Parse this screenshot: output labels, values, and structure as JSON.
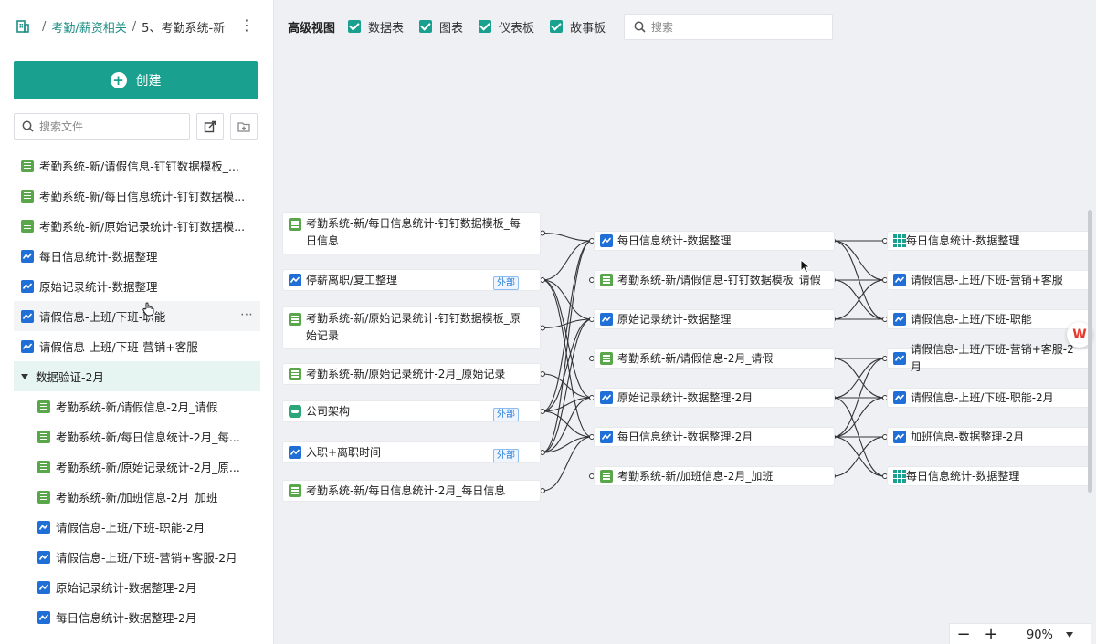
{
  "breadcrumb": {
    "part1": "考勤/薪资相关",
    "part2": "5、考勤系统-新"
  },
  "sidebar": {
    "create_label": "创建",
    "search_placeholder": "搜索文件",
    "items": [
      {
        "label": "考勤系统-新/请假信息-钉钉数据模板_...",
        "icon": "sheet-icon"
      },
      {
        "label": "考勤系统-新/每日信息统计-钉钉数据模...",
        "icon": "sheet-icon"
      },
      {
        "label": "考勤系统-新/原始记录统计-钉钉数据模...",
        "icon": "sheet-icon"
      },
      {
        "label": "每日信息统计-数据整理",
        "icon": "dataflow-icon"
      },
      {
        "label": "原始记录统计-数据整理",
        "icon": "dataflow-icon"
      },
      {
        "label": "请假信息-上班/下班-职能",
        "icon": "dataflow-icon"
      },
      {
        "label": "请假信息-上班/下班-营销+客服",
        "icon": "dataflow-icon"
      },
      {
        "label": "数据验证-2月",
        "icon": "folder"
      },
      {
        "label": "考勤系统-新/请假信息-2月_请假",
        "icon": "sheet-icon"
      },
      {
        "label": "考勤系统-新/每日信息统计-2月_每...",
        "icon": "sheet-icon"
      },
      {
        "label": "考勤系统-新/原始记录统计-2月_原...",
        "icon": "sheet-icon"
      },
      {
        "label": "考勤系统-新/加班信息-2月_加班",
        "icon": "sheet-icon"
      },
      {
        "label": "请假信息-上班/下班-职能-2月",
        "icon": "dataflow-icon"
      },
      {
        "label": "请假信息-上班/下班-营销+客服-2月",
        "icon": "dataflow-icon"
      },
      {
        "label": "原始记录统计-数据整理-2月",
        "icon": "dataflow-icon"
      },
      {
        "label": "每日信息统计-数据整理-2月",
        "icon": "dataflow-icon"
      }
    ]
  },
  "toolbar": {
    "title": "高级视图",
    "checkboxes": [
      "数据表",
      "图表",
      "仪表板",
      "故事板"
    ],
    "search_placeholder": "搜索"
  },
  "graph": {
    "external_badge": "外部",
    "col1": [
      {
        "l1": "考勤系统-新/每日信息统计-钉钉数据模板_每",
        "l2": "日信息",
        "icon": "sheet-icon"
      },
      {
        "l1": "停薪离职/复工整理",
        "icon": "dataflow-icon",
        "external": true
      },
      {
        "l1": "考勤系统-新/原始记录统计-钉钉数据模板_原",
        "l2": "始记录",
        "icon": "sheet-icon"
      },
      {
        "l1": "考勤系统-新/原始记录统计-2月_原始记录",
        "icon": "sheet-icon"
      },
      {
        "l1": "公司架构",
        "icon": "cloud-icon",
        "external": true
      },
      {
        "l1": "入职+离职时间",
        "icon": "dataflow-icon",
        "external": true
      },
      {
        "l1": "考勤系统-新/每日信息统计-2月_每日信息",
        "icon": "sheet-icon"
      }
    ],
    "col2": [
      {
        "l1": "每日信息统计-数据整理",
        "icon": "dataflow-icon"
      },
      {
        "l1": "考勤系统-新/请假信息-钉钉数据模板_请假",
        "icon": "sheet-icon"
      },
      {
        "l1": "原始记录统计-数据整理",
        "icon": "dataflow-icon"
      },
      {
        "l1": "考勤系统-新/请假信息-2月_请假",
        "icon": "sheet-icon"
      },
      {
        "l1": "原始记录统计-数据整理-2月",
        "icon": "dataflow-icon"
      },
      {
        "l1": "每日信息统计-数据整理-2月",
        "icon": "dataflow-icon"
      },
      {
        "l1": "考勤系统-新/加班信息-2月_加班",
        "icon": "sheet-icon"
      }
    ],
    "col3": [
      {
        "l1": "每日信息统计-数据整理",
        "icon": "grid-icon"
      },
      {
        "l1": "请假信息-上班/下班-营销+客服",
        "icon": "dataflow-icon"
      },
      {
        "l1": "请假信息-上班/下班-职能",
        "icon": "dataflow-icon"
      },
      {
        "l1": "请假信息-上班/下班-营销+客服-2月",
        "icon": "dataflow-icon"
      },
      {
        "l1": "请假信息-上班/下班-职能-2月",
        "icon": "dataflow-icon"
      },
      {
        "l1": "加班信息-数据整理-2月",
        "icon": "dataflow-icon"
      },
      {
        "l1": "每日信息统计-数据整理",
        "icon": "grid-icon"
      }
    ]
  },
  "zoom": {
    "minus": "−",
    "plus": "+",
    "value": "90%"
  },
  "colors": {
    "accent": "#1aa08e",
    "link": "#1f8f85",
    "flow_blue": "#1f6fd6",
    "sheet_green": "#5aa64a"
  }
}
